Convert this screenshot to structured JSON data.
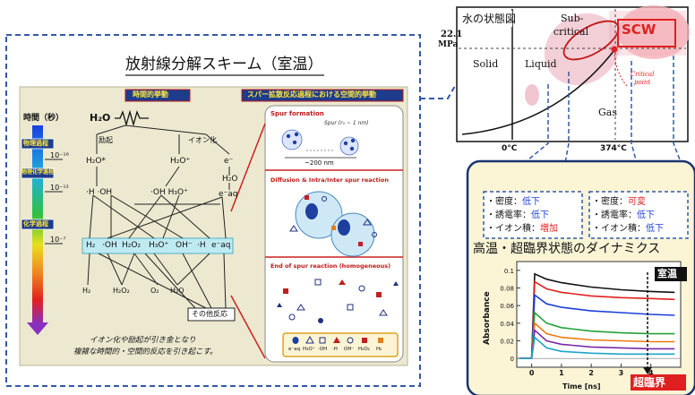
{
  "scheme_title": "放射線分解スキーム（室温）",
  "timeline": {
    "label": "時間（秒）",
    "stages": [
      "物理過程",
      "物理化学過程",
      "化学過程"
    ],
    "ticks": [
      "10⁻¹⁶",
      "10⁻¹²",
      "10⁻⁷"
    ]
  },
  "center_panel": {
    "header_left": "時間的挙動",
    "header_right": "スパー拡散反応過程における空間的挙動",
    "water": "H₂O",
    "excitation": "励起",
    "ionization": "イオン化",
    "species": {
      "h2o_excited": "H₂O*",
      "h2o_plus": "H₂O⁺",
      "e_minus": "e⁻",
      "h2o_right": "H₂O",
      "h_oh": "·H ·OH",
      "oh_h3o": "·OH H₃O⁺",
      "e_aq": "e⁻aq"
    },
    "band": [
      "H₂",
      "·OH",
      "H₂O₂",
      "H₃O⁺",
      "OH⁻",
      "·H",
      "e⁻aq"
    ],
    "products": [
      "H₂",
      "H₂O₂",
      "O₂",
      "H₂O"
    ],
    "other_reactions": "その他反応",
    "caption_line1": "イオン化や励起が引き金となり",
    "caption_line2": "複雑な時間的・空間的反応を引き起こす。",
    "spur_formation": "Spur formation",
    "spur_size": "Spur (r₀ ~ 1 nm)",
    "spur_distance": "~200 nm",
    "diffusion": "Diffusion & Intra/Inter spur reaction",
    "end_of_spur": "End of spur reaction (homogeneous)",
    "legend": [
      "e⁻aq",
      "H₃O⁺",
      "·OH",
      "·H",
      "OH⁻",
      "H₂O₂",
      "H₂"
    ]
  },
  "phase_diagram": {
    "title": "水の状態図",
    "pressure_value": "22.1",
    "pressure_unit": "MPa",
    "solid": "Solid",
    "liquid": "Liquid",
    "subcritical_line1": "Sub-",
    "subcritical_line2": "critical",
    "scw": "SCW",
    "gas": "Gas",
    "critical_line1": "Critical",
    "critical_line2": "point",
    "temp_0": "0°C",
    "temp_374": "374°C"
  },
  "properties": {
    "left": {
      "density_label": "・密度：",
      "density_value": "低下",
      "dielectric_label": "・誘電率：",
      "dielectric_value": "低下",
      "ionic_label": "・イオン積：",
      "ionic_value": "増加"
    },
    "right": {
      "density_label": "・密度：",
      "density_value": "可変",
      "dielectric_label": "・誘電率：",
      "dielectric_value": "低下",
      "ionic_label": "・イオン積：",
      "ionic_value": "低下"
    }
  },
  "dynamics_title": "高温・超臨界状態のダイナミクス",
  "colors": {
    "navy": "#1a3470",
    "dash_blue": "#3358a8",
    "panel_bg": "#ece9d0",
    "red": "#e02020",
    "yellow_bg": "#fbf5d6"
  },
  "chart_data": {
    "type": "line",
    "xlabel": "Time [ns]",
    "ylabel": "Absorbance",
    "xlim": [
      -0.5,
      5
    ],
    "ylim": [
      -0.01,
      0.11
    ],
    "y_ticks": [
      "0",
      "0.02",
      "0.04",
      "0.06",
      "0.08",
      "0.1"
    ],
    "x_ticks": [
      "0",
      "1",
      "2",
      "3",
      "4"
    ],
    "label_top": "室温",
    "label_bottom": "超臨界",
    "series": [
      {
        "color": "#111111",
        "values": [
          [
            0.1,
            0.096
          ],
          [
            0.5,
            0.09
          ],
          [
            1,
            0.086
          ],
          [
            2,
            0.081
          ],
          [
            3,
            0.078
          ],
          [
            4,
            0.076
          ],
          [
            4.8,
            0.075
          ]
        ]
      },
      {
        "color": "#e02020",
        "values": [
          [
            0.1,
            0.087
          ],
          [
            0.5,
            0.079
          ],
          [
            1,
            0.075
          ],
          [
            2,
            0.071
          ],
          [
            3,
            0.069
          ],
          [
            4,
            0.068
          ],
          [
            4.8,
            0.067
          ]
        ]
      },
      {
        "color": "#1c3fd8",
        "values": [
          [
            0.1,
            0.072
          ],
          [
            0.5,
            0.062
          ],
          [
            1,
            0.058
          ],
          [
            2,
            0.054
          ],
          [
            3,
            0.052
          ],
          [
            4,
            0.05
          ],
          [
            4.8,
            0.049
          ]
        ]
      },
      {
        "color": "#23a13a",
        "values": [
          [
            0.1,
            0.052
          ],
          [
            0.5,
            0.04
          ],
          [
            1,
            0.035
          ],
          [
            2,
            0.031
          ],
          [
            3,
            0.029
          ],
          [
            4,
            0.028
          ],
          [
            4.8,
            0.028
          ]
        ]
      },
      {
        "color": "#f07a10",
        "values": [
          [
            0.1,
            0.04
          ],
          [
            0.5,
            0.028
          ],
          [
            1,
            0.024
          ],
          [
            2,
            0.021
          ],
          [
            3,
            0.02
          ],
          [
            4,
            0.019
          ],
          [
            4.8,
            0.019
          ]
        ]
      },
      {
        "color": "#7a2aa8",
        "values": [
          [
            0.1,
            0.032
          ],
          [
            0.5,
            0.02
          ],
          [
            1,
            0.016
          ],
          [
            2,
            0.013
          ],
          [
            3,
            0.012
          ],
          [
            4,
            0.011
          ],
          [
            4.8,
            0.011
          ]
        ]
      },
      {
        "color": "#1ea5c8",
        "values": [
          [
            0.1,
            0.024
          ],
          [
            0.5,
            0.012
          ],
          [
            1,
            0.008
          ],
          [
            2,
            0.006
          ],
          [
            3,
            0.005
          ],
          [
            4,
            0.005
          ],
          [
            4.8,
            0.005
          ]
        ]
      }
    ]
  }
}
